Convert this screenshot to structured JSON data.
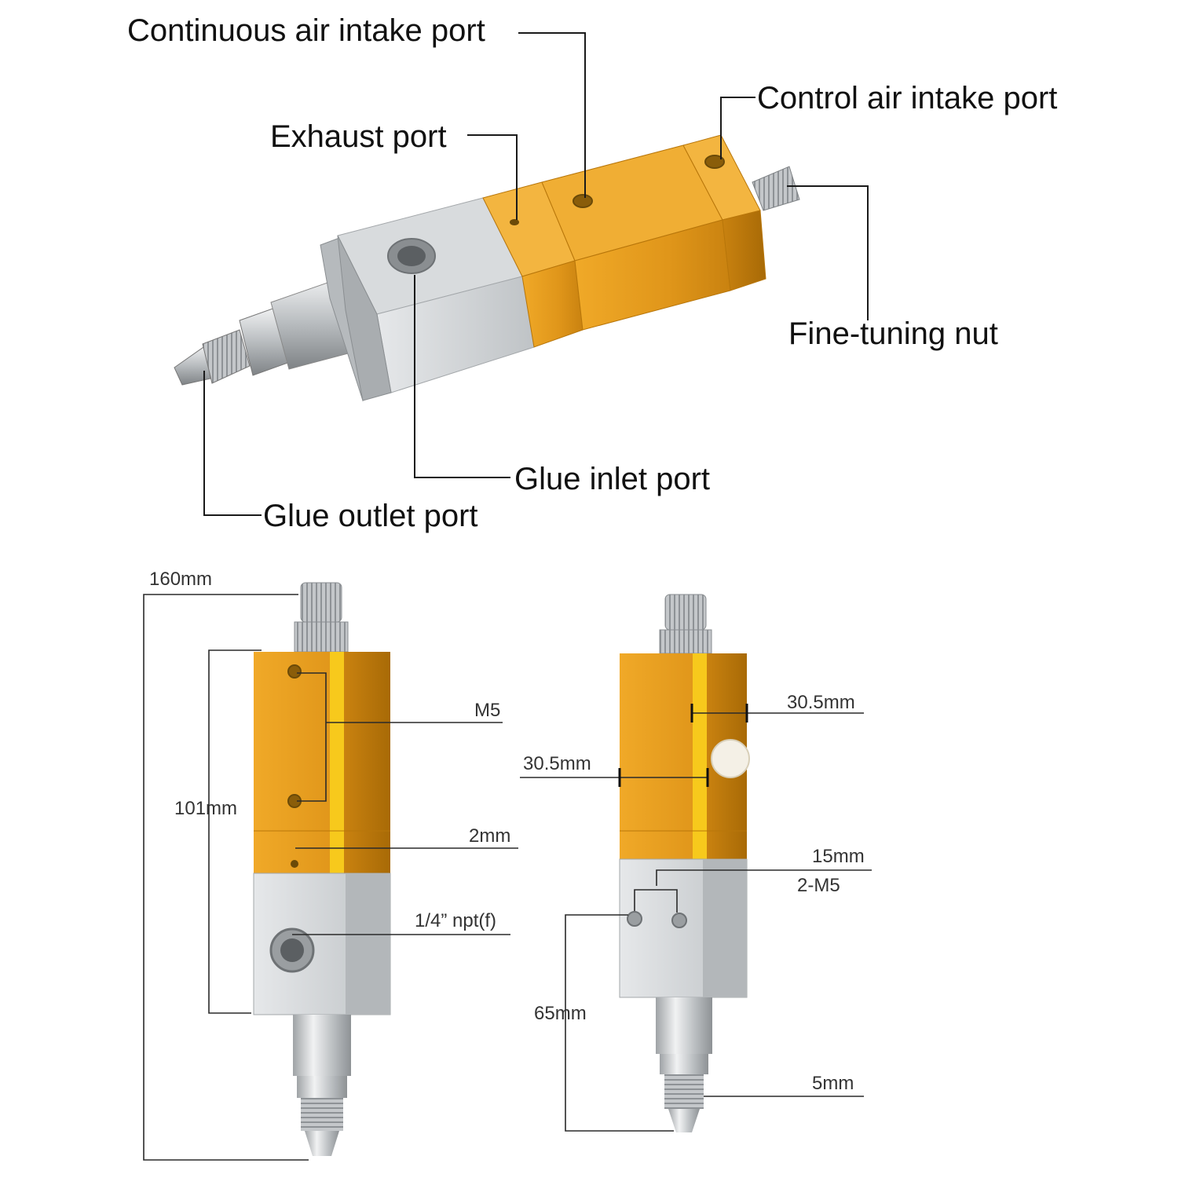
{
  "callouts": {
    "continuous_air": "Continuous air intake port",
    "control_air": "Control air intake port",
    "exhaust": "Exhaust port",
    "fine_tuning": "Fine-tuning nut",
    "glue_inlet": "Glue inlet port",
    "glue_outlet": "Glue outlet port"
  },
  "dimensions": {
    "overall_length": "160mm",
    "body_length": "101mm",
    "air_thread": "M5",
    "exhaust_hole": "2mm",
    "inlet_thread": "1/4”  npt(f)",
    "width_side": "30.5mm",
    "width_front": "30.5mm",
    "mount_spacing": "15mm",
    "mount_thread": "2-M5",
    "mount_to_tip": "65mm",
    "tip_diameter": "5mm"
  },
  "colors": {
    "gold": "#e29a16",
    "gold_dark": "#b8760a",
    "steel": "#cfd2d4",
    "steel_dark": "#9ea2a5"
  }
}
